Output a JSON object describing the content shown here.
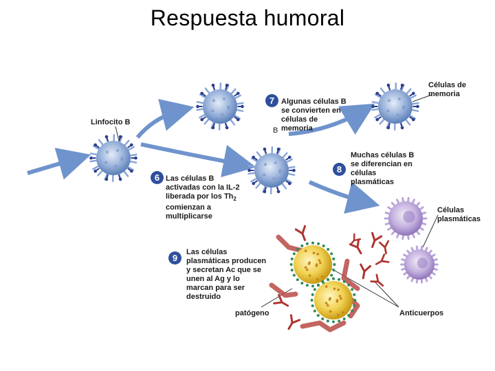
{
  "title": "Respuesta humoral",
  "labels": {
    "linfocito_b": "Linfocito B",
    "b_small": "B",
    "celulas_memoria": "Células de memoria",
    "celulas_plasmaticas": "Células plasmáticas",
    "patogeno": "patógeno",
    "anticuerpos": "Anticuerpos"
  },
  "steps": [
    {
      "number": "6",
      "text_parts": [
        "Las células B activadas con la IL-2 liberada por los Th",
        "2",
        " comienzan a multiplicarse"
      ]
    },
    {
      "number": "7",
      "text": "Algunas células B se convierten en células de memoria"
    },
    {
      "number": "8",
      "text": "Muchas células B se diferencian en células plasmáticas"
    },
    {
      "number": "9",
      "text": "Las células plasmáticas producen y secretan Ac que se unen al Ag y lo marcan para ser destruido"
    }
  ],
  "colors": {
    "b_cell_body": "#5a7fb8",
    "b_cell_receptor": "#2a3f8f",
    "plasma_cell": "#a991c9",
    "pathogen": "#e8c33a",
    "antibody": "#b0322f",
    "arrow": "#6f93cc",
    "step_badge": "#2f4f9c"
  }
}
